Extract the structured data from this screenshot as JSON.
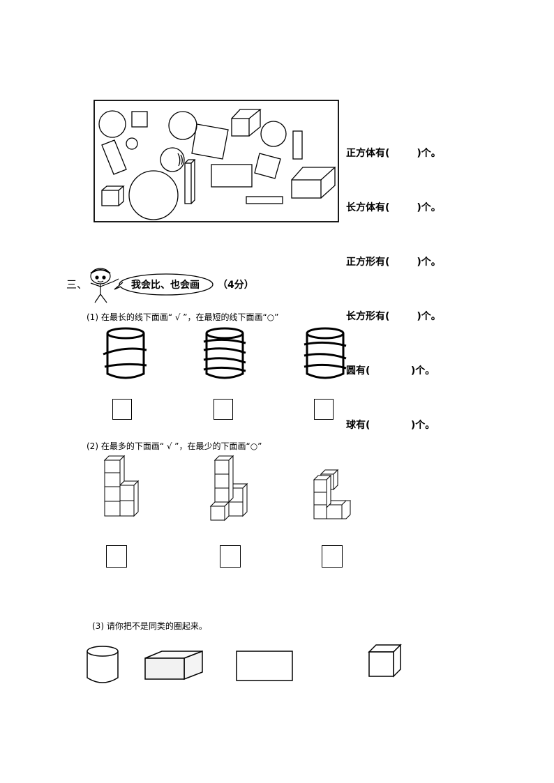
{
  "shape_count": {
    "lines": [
      "正方体有(        )个。",
      "长方体有(        )个。",
      "正方形有(        )个。",
      "长方形有(        )个。",
      "圆有(            )个。",
      "球有(            )个。"
    ]
  },
  "section3": {
    "number": "三、",
    "bubble": "我会比、也会画",
    "points": "（4分）",
    "q1": "(1)  在最长的线下面画“ √ ”，在最短的线下面画“○”",
    "q2": "(2)  在最多的下面画“ √ ”，在最少的下面画“○”",
    "q3": "(3)  请你把不是同类的圈起来。"
  }
}
